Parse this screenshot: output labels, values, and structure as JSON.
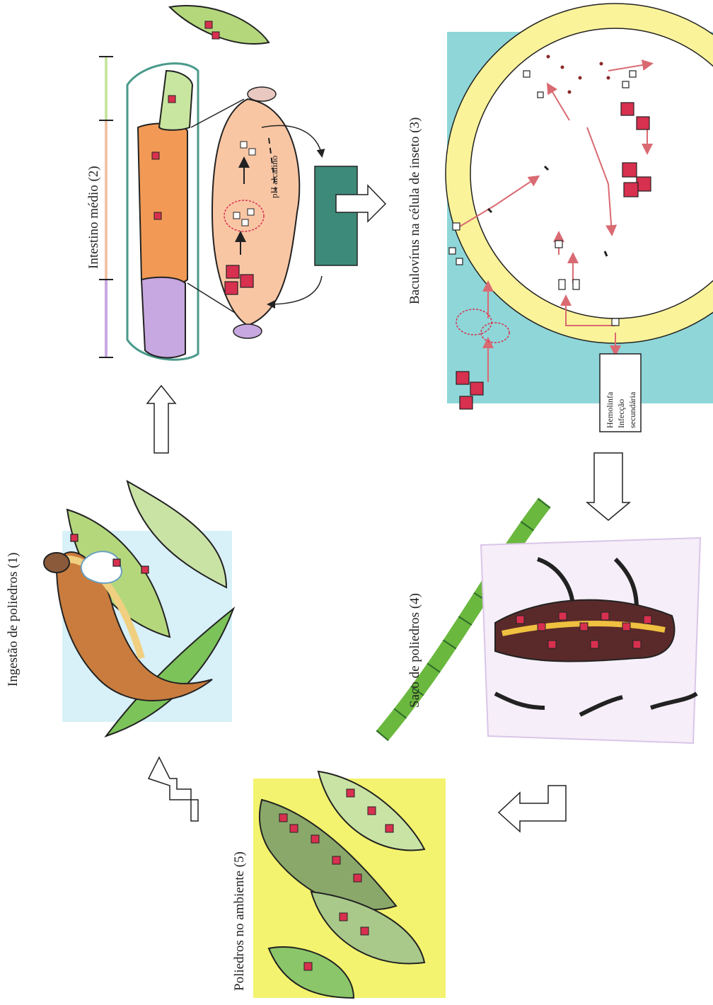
{
  "labels": {
    "ingestion": "Ingestão de poliedros (1)",
    "midgut": "Intestino médio (2)",
    "ph": "pH alcalino",
    "cell": "Baculovírus na célula de inseto (3)",
    "hemolymph_1": "Hemolinfa",
    "hemolymph_2": "Infecção",
    "hemolymph_3": "secundária",
    "sac": "Saco de poliedros  (4)",
    "environment": "Poliedros no ambiente (5)"
  },
  "colors": {
    "polyhedra": "#d8304f",
    "cell_bg": "#8fd6d8",
    "nucleus_ring": "#fbf39a",
    "env_bg": "#f3f36f",
    "ingest_bg": "#d8f0f8",
    "midgut_orange": "#f29a55",
    "foregut_purple": "#c8a8e0",
    "hindgut_green": "#c8e6a0",
    "arrow_red": "#d96a72"
  },
  "icons": [
    "right-arrow-icon",
    "down-arrow-icon",
    "curved-arrow-icon"
  ]
}
